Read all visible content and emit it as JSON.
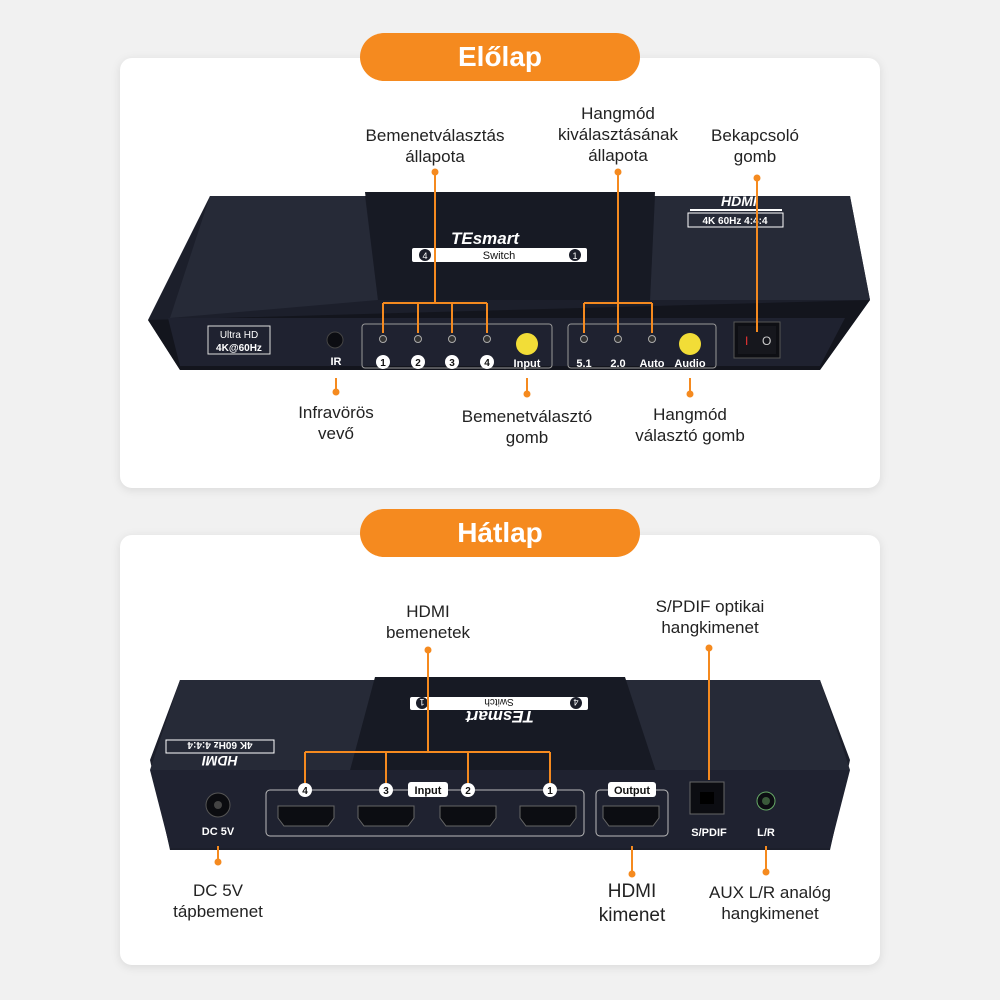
{
  "front": {
    "title": "Előlap",
    "brand": "TEsmart",
    "switch_label": "Switch",
    "switch_left_num": "4",
    "switch_right_num": "1",
    "hdmi_logo": "HDMI",
    "hdmi_spec": "4K 60Hz 4:4:4",
    "ultra_hd": "Ultra HD",
    "ultra_hd_spec": "4K@60Hz",
    "ir_label": "IR",
    "input_numbers": [
      "1",
      "2",
      "3",
      "4"
    ],
    "input_button_label": "Input",
    "audio_modes": [
      "5.1",
      "2.0",
      "Auto"
    ],
    "audio_button_label": "Audio",
    "power_symbols": [
      "I",
      "O"
    ],
    "callouts": {
      "input_status": [
        "Bemenetválasztás",
        "állapota"
      ],
      "audio_status": [
        "Hangmód",
        "kiválasztásának",
        "állapota"
      ],
      "power_switch": [
        "Bekapcsoló",
        "gomb"
      ],
      "ir_receiver": [
        "Infravörös",
        "vevő"
      ],
      "input_button": [
        "Bemenetválasztó",
        "gomb"
      ],
      "audio_button": [
        "Hangmód",
        "választó gomb"
      ]
    }
  },
  "back": {
    "title": "Hátlap",
    "brand": "TEsmart",
    "switch_label": "Switch",
    "switch_left_num": "1",
    "switch_right_num": "4",
    "hdmi_logo": "HDMI",
    "hdmi_spec": "4K 60Hz 4:4:4",
    "dc_label": "DC 5V",
    "input_group_label": "Input",
    "input_numbers": [
      "4",
      "3",
      "2",
      "1"
    ],
    "output_label": "Output",
    "spdif_label": "S/PDIF",
    "lr_label": "L/R",
    "callouts": {
      "hdmi_inputs": [
        "HDMI",
        "bemenetek"
      ],
      "spdif_out": [
        "S/PDIF optikai",
        "hangkimenet"
      ],
      "dc_in": [
        "DC 5V",
        "tápbemenet"
      ],
      "hdmi_out": [
        "HDMI",
        "kimenet"
      ],
      "aux_out": [
        "AUX L/R analóg",
        "hangkimenet"
      ]
    }
  },
  "colors": {
    "accent": "#f58a1f",
    "device_body": "#1b1e2a",
    "button_yellow": "#f2dd37"
  }
}
